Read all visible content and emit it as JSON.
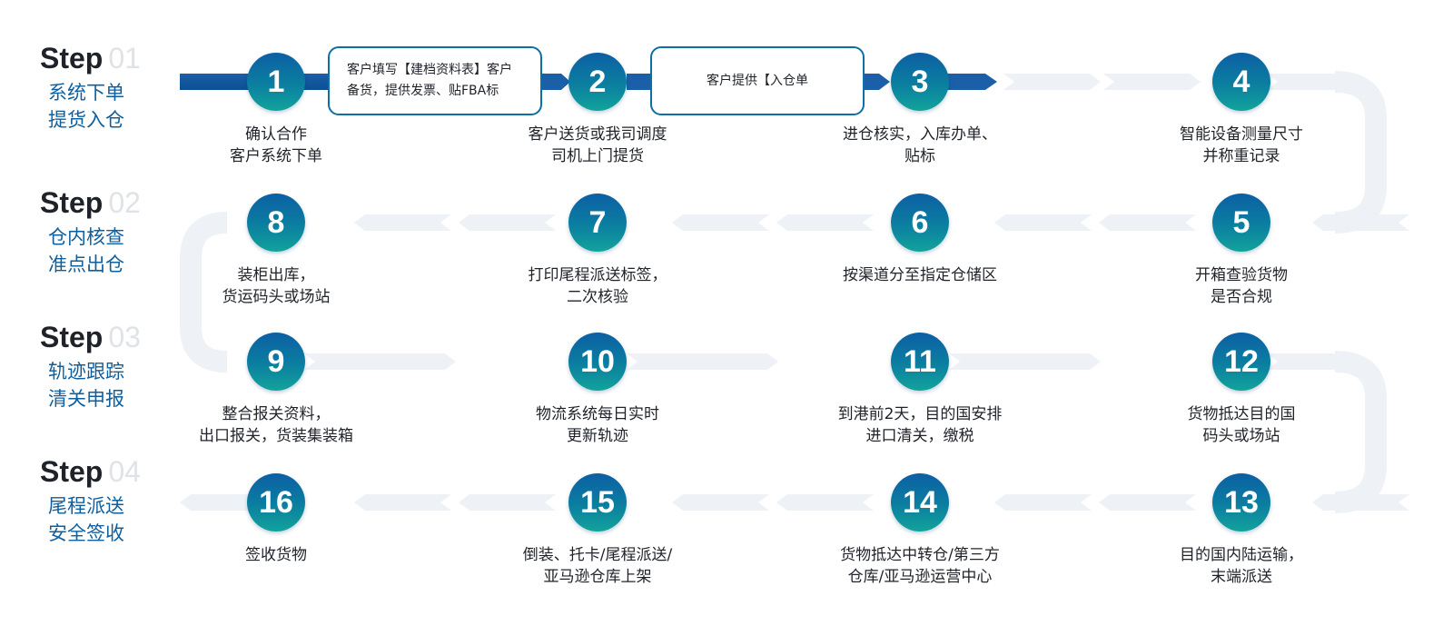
{
  "steps": [
    {
      "label": "Step",
      "num": "01",
      "lines": [
        "系统下单",
        "提货入仓"
      ]
    },
    {
      "label": "Step",
      "num": "02",
      "lines": [
        "仓内核查",
        "准点出仓"
      ]
    },
    {
      "label": "Step",
      "num": "03",
      "lines": [
        "轨迹跟踪",
        "清关申报"
      ]
    },
    {
      "label": "Step",
      "num": "04",
      "lines": [
        "尾程派送",
        "安全签收"
      ]
    }
  ],
  "nodes": [
    {
      "num": "1",
      "lines": [
        "确认合作",
        "客户系统下单"
      ]
    },
    {
      "num": "2",
      "lines": [
        "客户送货或我司调度",
        "司机上门提货"
      ]
    },
    {
      "num": "3",
      "lines": [
        "进仓核实，入库办单、",
        "贴标"
      ]
    },
    {
      "num": "4",
      "lines": [
        "智能设备测量尺寸",
        "并称重记录"
      ]
    },
    {
      "num": "5",
      "lines": [
        "开箱查验货物",
        "是否合规"
      ]
    },
    {
      "num": "6",
      "lines": [
        "按渠道分至指定仓储区"
      ]
    },
    {
      "num": "7",
      "lines": [
        "打印尾程派送标签，",
        "二次核验"
      ]
    },
    {
      "num": "8",
      "lines": [
        "装柜出库，",
        "货运码头或场站"
      ]
    },
    {
      "num": "9",
      "lines": [
        "整合报关资料，",
        "出口报关，货装集装箱"
      ]
    },
    {
      "num": "10",
      "lines": [
        "物流系统每日实时",
        "更新轨迹"
      ]
    },
    {
      "num": "11",
      "lines": [
        "到港前2天，目的国安排",
        "进口清关，缴税"
      ]
    },
    {
      "num": "12",
      "lines": [
        "货物抵达目的国",
        "码头或场站"
      ]
    },
    {
      "num": "13",
      "lines": [
        "目的国内陆运输，",
        "末端派送"
      ]
    },
    {
      "num": "14",
      "lines": [
        "货物抵达中转仓/第三方",
        "仓库/亚马逊运营中心"
      ]
    },
    {
      "num": "15",
      "lines": [
        "倒装、托卡/尾程派送/",
        "亚马逊仓库上架"
      ]
    },
    {
      "num": "16",
      "lines": [
        "签收货物"
      ]
    }
  ],
  "info_boxes": [
    {
      "lines": [
        "客户填写【建档资料表】客户",
        "备货，提供发票、贴FBA标"
      ]
    },
    {
      "lines": [
        "客户提供【入仓单"
      ]
    }
  ],
  "colors": {
    "accent_dark": "#0c5fa4",
    "accent_teal": "#12a39b",
    "track_light": "#eef2f6",
    "step_num": "#dfe3e7"
  }
}
